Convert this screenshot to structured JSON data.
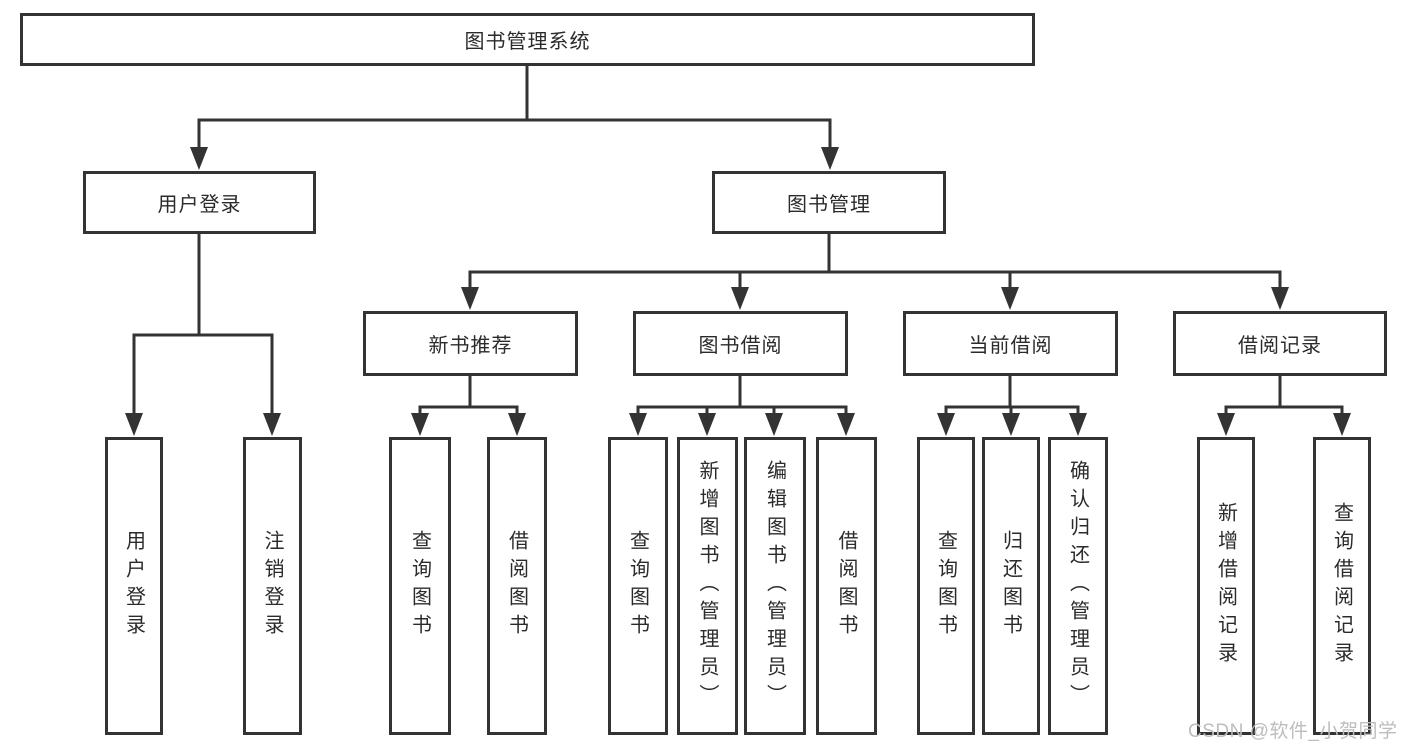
{
  "tree": {
    "root": "图书管理系统",
    "branches": [
      {
        "label": "用户登录",
        "children": [
          "用户登录",
          "注销登录"
        ]
      },
      {
        "label": "图书管理",
        "groups": [
          {
            "label": "新书推荐",
            "children": [
              "查询图书",
              "借阅图书"
            ]
          },
          {
            "label": "图书借阅",
            "children": [
              "查询图书",
              "新增图书（管理员）",
              "编辑图书（管理员）",
              "借阅图书"
            ]
          },
          {
            "label": "当前借阅",
            "children": [
              "查询图书",
              "归还图书",
              "确认归还（管理员）"
            ]
          },
          {
            "label": "借阅记录",
            "children": [
              "新增借阅记录",
              "查询借阅记录"
            ]
          }
        ]
      }
    ]
  },
  "watermark": "CSDN @软件_小贺同学",
  "colors": {
    "line": "#333333",
    "node_border": "#333333",
    "text": "#2b2b2b",
    "watermark_text": "#bdbdbd",
    "background": "#ffffff"
  }
}
